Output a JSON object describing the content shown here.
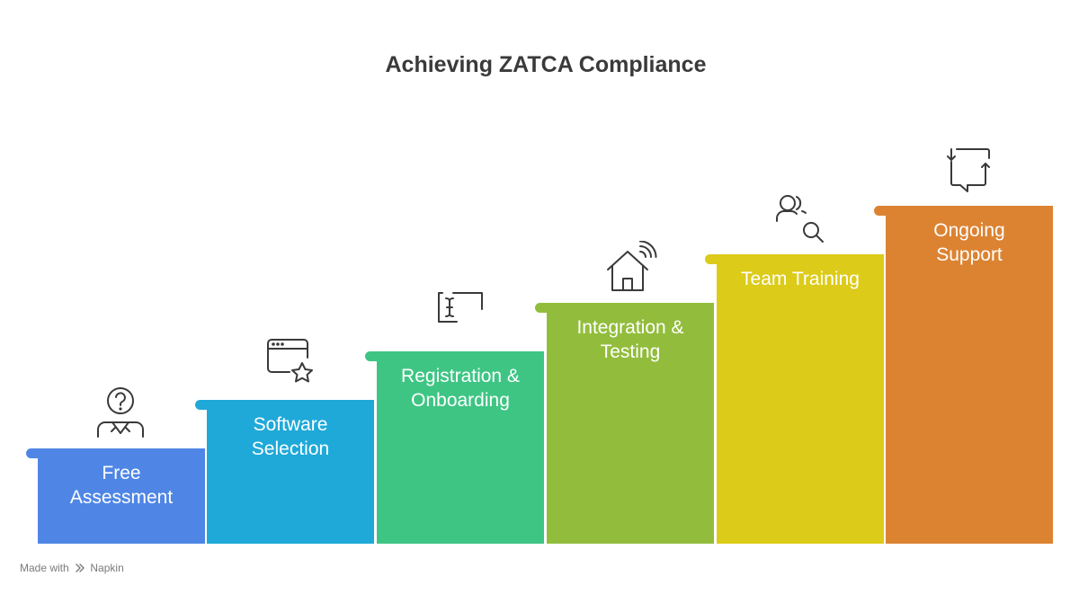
{
  "title": "Achieving ZATCA Compliance",
  "steps": [
    {
      "label_line1": "Free",
      "label_line2": "Assessment",
      "color": "#4f86e6",
      "icon": "user-question-icon"
    },
    {
      "label_line1": "Software",
      "label_line2": "Selection",
      "color": "#1fa9d9",
      "icon": "browser-star-icon"
    },
    {
      "label_line1": "Registration &",
      "label_line2": "Onboarding",
      "color": "#3ec584",
      "icon": "text-cursor-icon"
    },
    {
      "label_line1": "Integration &",
      "label_line2": "Testing",
      "color": "#92bd3c",
      "icon": "smart-home-icon"
    },
    {
      "label_line1": "Team Training",
      "label_line2": "",
      "color": "#dccb19",
      "icon": "users-search-icon"
    },
    {
      "label_line1": "Ongoing",
      "label_line2": "Support",
      "color": "#dc8332",
      "icon": "chat-refresh-icon"
    }
  ],
  "footer": {
    "prefix": "Made with",
    "brand": "Napkin"
  }
}
